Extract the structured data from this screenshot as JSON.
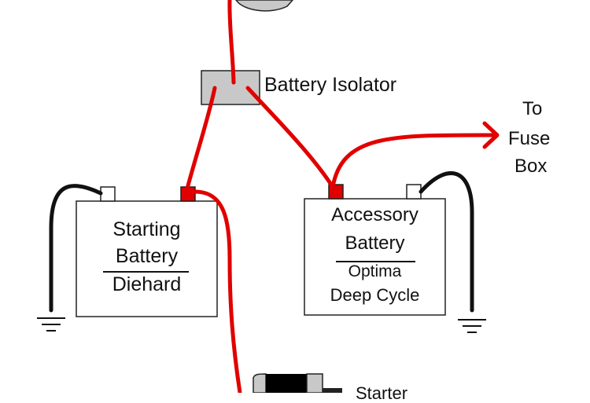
{
  "colors": {
    "wire_positive": "#e00000",
    "wire_ground": "#111111",
    "terminal_positive": "#e00000",
    "terminal_negative": "#ffffff",
    "isolator_fill": "#c8c8c8",
    "battery_fill": "#ffffff",
    "alternator_fill": "#c8c8c8"
  },
  "labels": {
    "isolator": "Battery Isolator",
    "fuse_box_line1": "To",
    "fuse_box_line2": "Fuse",
    "fuse_box_line3": "Box",
    "bottom_partial": "Starter"
  },
  "starting_battery": {
    "line1": "Starting",
    "line2": "Battery",
    "line3": "Diehard"
  },
  "accessory_battery": {
    "line1": "Accessory",
    "line2": "Battery",
    "line3": "Optima",
    "line4": "Deep Cycle"
  }
}
